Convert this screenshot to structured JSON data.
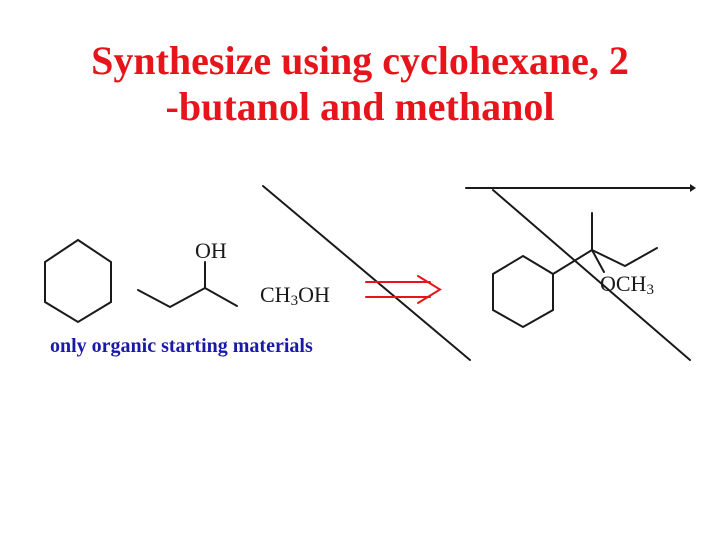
{
  "title": {
    "line1": "Synthesize using cyclohexane, 2",
    "line2": "-butanol and methanol"
  },
  "labels": {
    "oh": "OH",
    "methanol_main": "CH",
    "methanol_sub": "3",
    "methanol_tail": "OH",
    "product_o": "OCH",
    "product_sub": "3"
  },
  "note": "only organic starting materials",
  "colors": {
    "title": "#e8141b",
    "note": "#1a1aa8",
    "arrow": "#e8141b",
    "bonds": "#1a1a1a"
  },
  "icons": {
    "retro_arrow": "double-line-retrosynthetic-arrow"
  }
}
